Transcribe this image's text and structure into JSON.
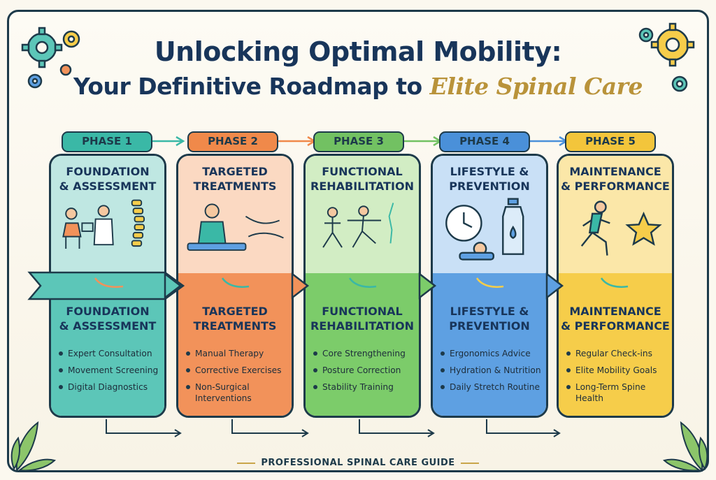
{
  "header": {
    "title": "Unlocking Optimal Mobility:",
    "subtitle_prefix": "Your Definitive Roadmap to ",
    "subtitle_accent": "Elite Spinal Care"
  },
  "phases": [
    {
      "tab": "PHASE 1",
      "title": "FOUNDATION\n& ASSESSMENT",
      "bullets": [
        "Expert Consultation",
        "Movement Screening",
        "Digital Diagnostics"
      ],
      "color": "#bfe7e2",
      "tab_color": "#3ab8a6",
      "lower_color": "#5cc6b8"
    },
    {
      "tab": "PHASE 2",
      "title": "TARGETED\nTREATMENTS",
      "bullets": [
        "Manual Therapy",
        "Corrective Exercises",
        "Non-Surgical Interventions"
      ],
      "color": "#fbd9c2",
      "tab_color": "#f0894a",
      "lower_color": "#f2925a"
    },
    {
      "tab": "PHASE 3",
      "title": "FUNCTIONAL\nREHABILITATION",
      "bullets": [
        "Core Strengthening",
        "Posture Correction",
        "Stability Training"
      ],
      "color": "#d2edc4",
      "tab_color": "#72c162",
      "lower_color": "#7ccc6a"
    },
    {
      "tab": "PHASE 4",
      "title": "LIFESTYLE &\nPREVENTION",
      "bullets": [
        "Ergonomics Advice",
        "Hydration & Nutrition",
        "Daily Stretch Routine"
      ],
      "color": "#c9e0f6",
      "tab_color": "#4a90d9",
      "lower_color": "#5ea0e2"
    },
    {
      "tab": "PHASE 5",
      "title": "MAINTENANCE\n& PERFORMANCE",
      "bullets": [
        "Regular Check-ins",
        "Elite Mobility Goals",
        "Long-Term Spine Health"
      ],
      "color": "#fbe7a8",
      "tab_color": "#f3c53b",
      "lower_color": "#f6cd4a"
    }
  ],
  "footer": {
    "label": "PROFESSIONAL SPINAL CARE GUIDE"
  },
  "icons": [
    "gear-icon",
    "doctor-consultation-icon",
    "spine-icon",
    "massage-therapy-icon",
    "exercise-icon",
    "clock-icon",
    "water-bottle-icon",
    "runner-icon",
    "star-icon",
    "leaf-icon"
  ]
}
